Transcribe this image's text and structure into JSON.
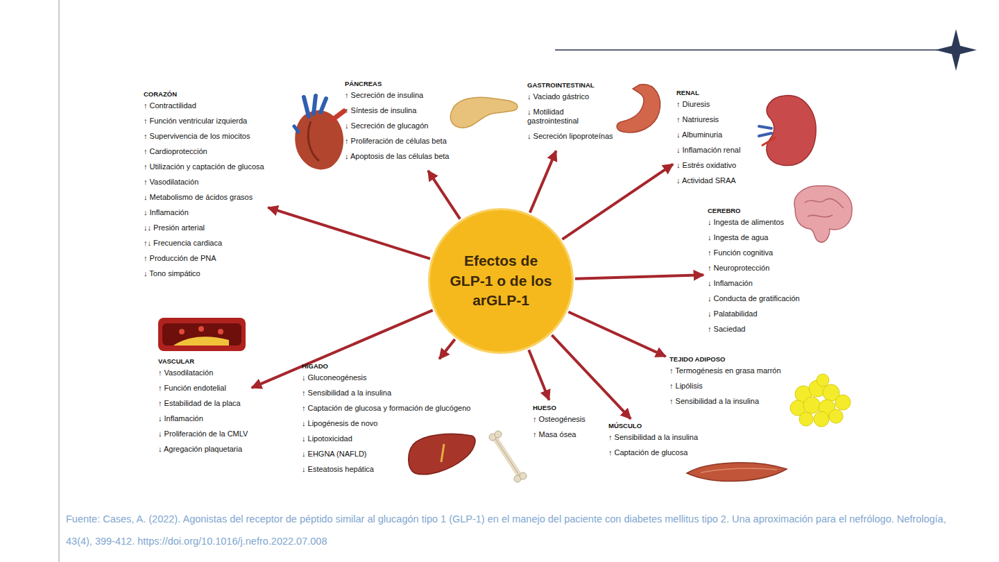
{
  "diagram": {
    "caption": "Fuente: Cases, A. (2022). Agonistas del receptor de péptido similar al glucagón tipo 1 (GLP-1) en el manejo del paciente con diabetes mellitus tipo 2. Una aproximación para el nefrólogo. Nefrología, 43(4), 399-412. https://doi.org/10.1016/j.nefro.2022.07.008",
    "nodes": [
      {
        "text": [
          "Efectos de GLP-1 o de los arGLP-1"
        ]
      },
      {
        "text": [
          "CORAZÓN",
          "↑ Contractilidad",
          "↑ Función ventricular izquierda",
          "↑ Supervivencia de los miocitos",
          "↑ Cardioprotección",
          "↑ Utilización y captación de glucosa",
          "↑ Vasodilatación",
          "↓ Metabolismo de ácidos grasos",
          "↓ Inflamación",
          "↓↓ Presión arterial",
          "↑↓ Frecuencia cardiaca",
          "↑ Producción de PNA",
          "↓ Tono simpático"
        ]
      },
      {
        "text": [
          "PÁNCREAS",
          "↑ Secreción de insulina",
          "↑ Síntesis de insulina",
          "↓ Secreción de glucagón",
          "↑ Proliferación de células beta",
          "↓ Apoptosis de las células beta"
        ]
      },
      {
        "text": [
          "GASTROINTESTINAL",
          "↓ Vaciado gástrico",
          "↓ Motilidad gastrointestinal",
          "↓ Secreción lipoproteínas"
        ]
      },
      {
        "text": [
          "RENAL",
          "↑ Diuresis",
          "↑ Natriuresis",
          "↓ Albuminuria",
          "↓ Inflamación renal",
          "↓ Estrés oxidativo",
          "↓ Actividad SRAA"
        ]
      },
      {
        "text": [
          "CEREBRO",
          "↓ Ingesta de alimentos",
          "↓ Ingesta de agua",
          "↑ Función cognitiva",
          "↑ Neuroprotección",
          "↓ Inflamación",
          "↓ Conducta de gratificación",
          "↓ Palatabilidad",
          "↑ Saciedad"
        ]
      },
      {
        "text": [
          "TEJIDO ADIPOSO",
          "↑ Termogénesis en grasa marrón",
          "↑ Lipólisis",
          "↑ Sensibilidad a la insulina"
        ]
      },
      {
        "text": [
          "MÚSCULO",
          "↑ Sensibilidad a la insulina",
          "↑ Captación de glucosa"
        ]
      },
      {
        "text": [
          "HUESO",
          "↑ Osteogénesis",
          "↑ Masa ósea"
        ]
      },
      {
        "text": [
          "HÍGADO",
          "↓ Gluconeogénesis",
          "↑ Sensibilidad a la insulina",
          "↑ Captación de glucosa y formación de glucógeno",
          "↓ Lipogénesis de novo",
          "↓ Lipotoxicidad",
          "↓ EHGNA (NAFLD)",
          "↓ Esteatosis hepática"
        ]
      },
      {
        "text": [
          "VASCULAR",
          "↑ Vasodilatación",
          "↑ Función endotelial",
          "↑ Estabilidad de la placa",
          "↓ Inflamación",
          "↓ Proliferación de la CMLV",
          "↓ Agregación plaquetaria"
        ]
      }
    ],
    "edges": [
      {
        "from": 0,
        "to": 1,
        "arrow": "to"
      },
      {
        "from": 0,
        "to": 2,
        "arrow": "to"
      },
      {
        "from": 0,
        "to": 3,
        "arrow": "to"
      },
      {
        "from": 0,
        "to": 4,
        "arrow": "to"
      },
      {
        "from": 0,
        "to": 5,
        "arrow": "to"
      },
      {
        "from": 0,
        "to": 6,
        "arrow": "to"
      },
      {
        "from": 0,
        "to": 7,
        "arrow": "to"
      },
      {
        "from": 0,
        "to": 8,
        "arrow": "to"
      },
      {
        "from": 0,
        "to": 9,
        "arrow": "to"
      },
      {
        "from": 0,
        "to": 10,
        "arrow": "to"
      }
    ]
  }
}
